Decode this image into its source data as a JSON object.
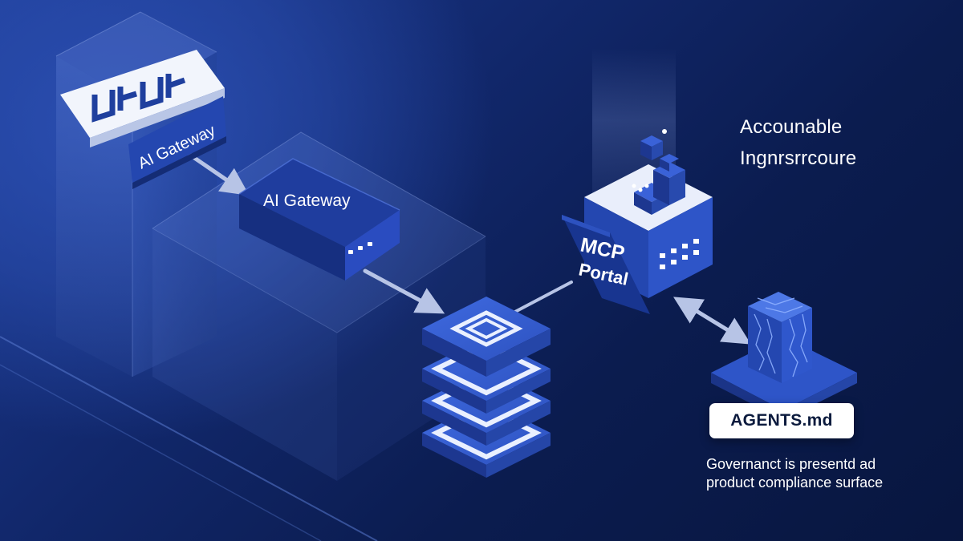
{
  "diagram": {
    "heading": {
      "line1": "Accounable",
      "line2": "Ingnrsrrcoure"
    },
    "nodes": {
      "ai_gateway_tag": "AI Gateway",
      "ai_gateway_device": "AI Gateway",
      "mcp_portal_line1": "MCP",
      "mcp_portal_line2": "Portal",
      "agents_file": "AGENTS.md"
    },
    "caption": {
      "line1": "Governanct is presentd ad",
      "line2": "product compliance surface"
    }
  }
}
